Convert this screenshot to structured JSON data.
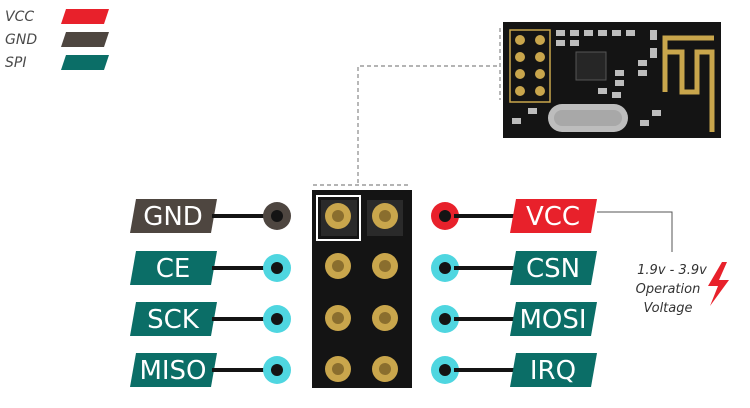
{
  "legend": {
    "items": [
      {
        "label": "VCC",
        "color": "#e8212b"
      },
      {
        "label": "GND",
        "color": "#4e4640"
      },
      {
        "label": "SPI",
        "color": "#0b6e67"
      }
    ]
  },
  "pins": {
    "left": [
      {
        "label": "GND",
        "type": "gnd"
      },
      {
        "label": "CE",
        "type": "spi"
      },
      {
        "label": "SCK",
        "type": "spi"
      },
      {
        "label": "MISO",
        "type": "spi"
      }
    ],
    "right": [
      {
        "label": "VCC",
        "type": "vcc"
      },
      {
        "label": "CSN",
        "type": "spi"
      },
      {
        "label": "MOSI",
        "type": "spi"
      },
      {
        "label": "IRQ",
        "type": "spi"
      }
    ]
  },
  "note": {
    "voltage": "1.9v - 3.9v",
    "line2": "Operation",
    "line3": "Voltage",
    "icon": "lightning-bolt-icon"
  },
  "colors": {
    "vcc": "#e8212b",
    "gnd": "#4e4640",
    "spi": "#0b6e67",
    "spi_dot": "#4fd6e0",
    "board": "#141414",
    "pad": "#c9a64c"
  }
}
